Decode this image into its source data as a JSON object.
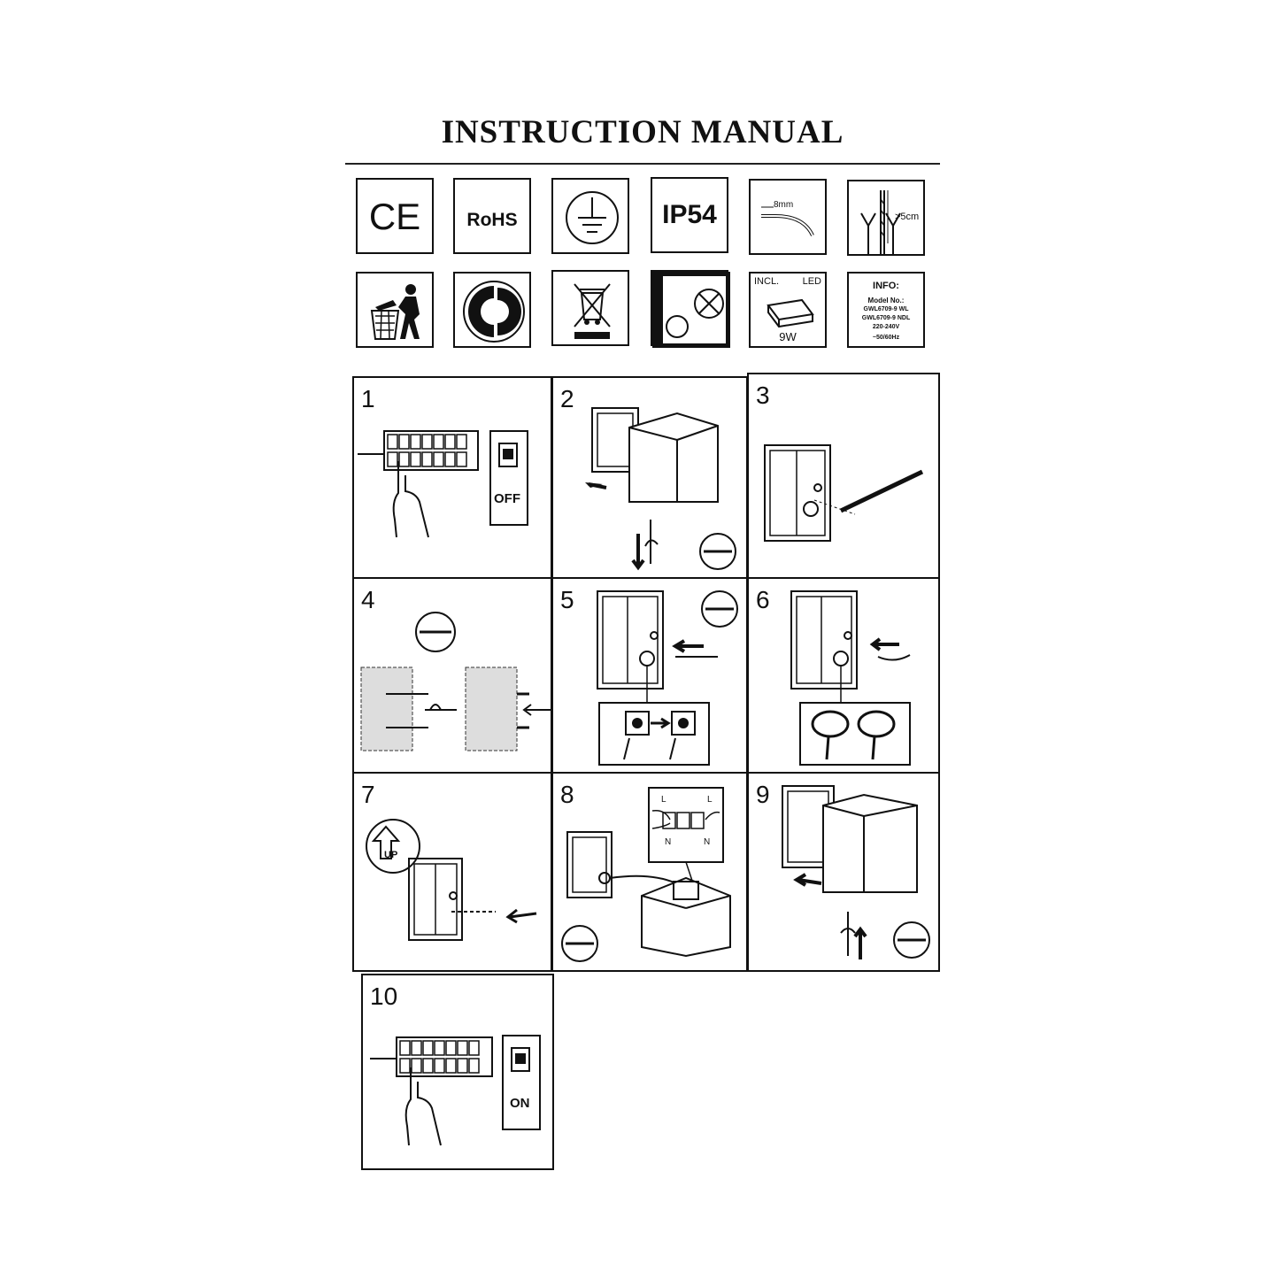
{
  "title": "INSTRUCTION MANUAL",
  "symbols": {
    "ce": "CE",
    "rohs": "RoHS",
    "ip": "IP54",
    "strip_len": "8mm",
    "wire_len": ">5cm",
    "incl": "INCL.",
    "led": "LED",
    "watt": "9W",
    "info_title": "INFO:",
    "model_label": "Model No.:",
    "model_1": "GWL6709-9 WL",
    "model_2": "GWL6709-9 NDL",
    "voltage": "220-240V",
    "frequency": "~50/60Hz"
  },
  "steps": [
    "1",
    "2",
    "3",
    "4",
    "5",
    "6",
    "7",
    "8",
    "9",
    "10"
  ],
  "switch_off": "OFF",
  "switch_on": "ON",
  "up_label": "UP",
  "wire_l": "L",
  "wire_n": "N"
}
